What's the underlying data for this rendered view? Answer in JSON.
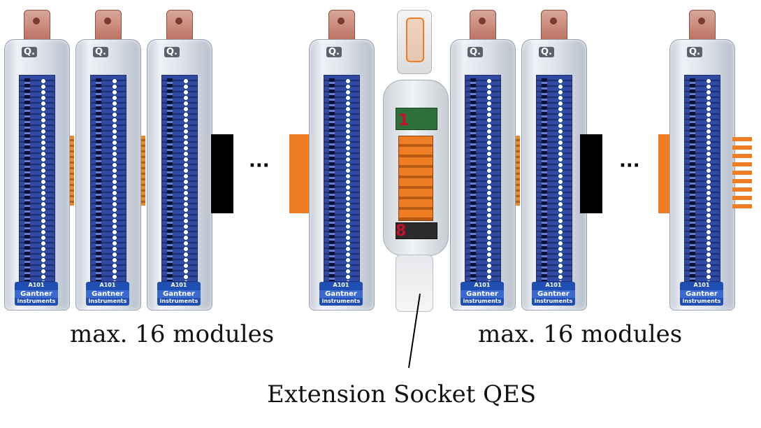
{
  "module": {
    "logo": "Q.",
    "model": "A101",
    "brand": "Gantner",
    "brand_sub": "instruments"
  },
  "ellipsis": "···",
  "qes": {
    "pin_first": "1",
    "pin_last": "8"
  },
  "labels": {
    "left_group": "max. 16 modules",
    "right_group": "max. 16 modules",
    "socket": "Extension Socket QES"
  },
  "colors": {
    "terminal_blue": "#2f4aa0",
    "connector_orange": "#ee7d23",
    "connector_black": "#000000",
    "pin_label_red": "#c8102e"
  }
}
